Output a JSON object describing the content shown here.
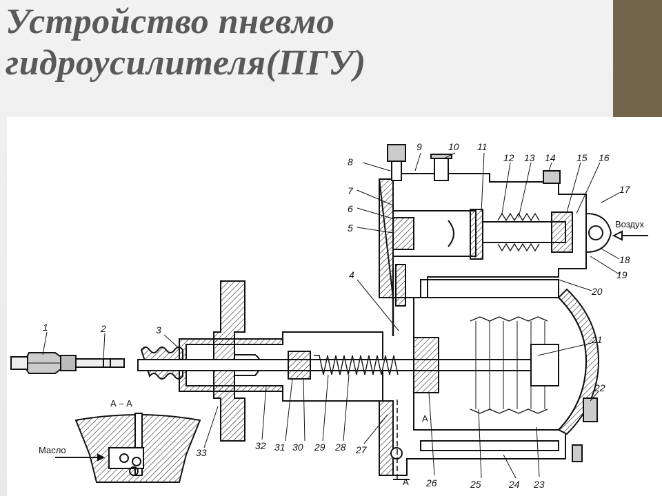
{
  "title": {
    "line1": "Устройство пневмо",
    "line2": "гидроусилителя(ПГУ)"
  },
  "colors": {
    "title": "#595959",
    "accent": "#72654c",
    "figure_background": "#ffffff",
    "ink": "#111111"
  },
  "figure": {
    "callouts": [
      "1",
      "2",
      "3",
      "4",
      "5",
      "6",
      "7",
      "8",
      "9",
      "10",
      "11",
      "12",
      "13",
      "14",
      "15",
      "16",
      "17",
      "18",
      "19",
      "20",
      "21",
      "22",
      "23",
      "24",
      "25",
      "26",
      "27",
      "28",
      "29",
      "30",
      "31",
      "32",
      "33"
    ],
    "air_label": "Воздух",
    "oil_label": "Масло",
    "section_label": "А – А",
    "section_mark_left": "А",
    "section_mark_bottom": "А"
  }
}
